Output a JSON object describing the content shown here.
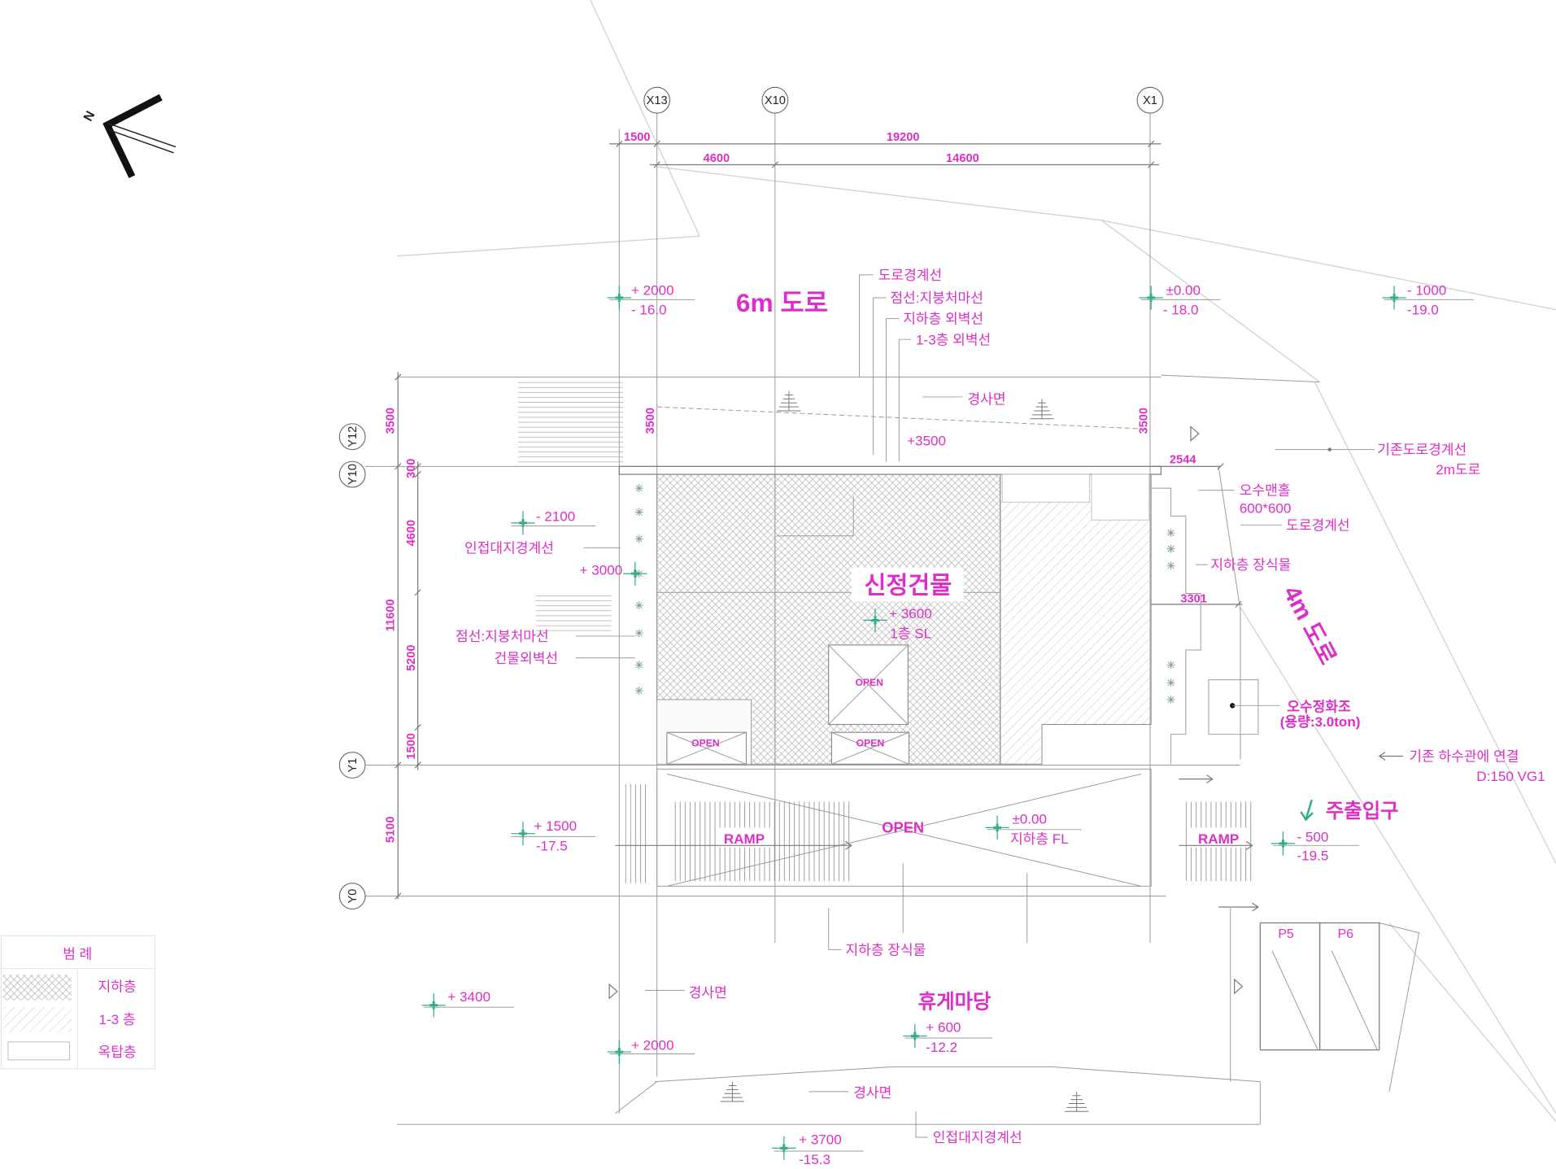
{
  "north_arrow": {
    "label": "N"
  },
  "grid": {
    "x": [
      "X13",
      "X10",
      "X1"
    ],
    "y": [
      "Y12",
      "Y10",
      "Y1",
      "Y0"
    ]
  },
  "dimensions": {
    "top_outer": [
      "1500",
      "19200"
    ],
    "top_inner": [
      "4600",
      "14600"
    ],
    "left_outer": [
      "3500",
      "11600",
      "5100"
    ],
    "left_inner": [
      "300",
      "4600",
      "5200",
      "1500"
    ],
    "setback": [
      "3500",
      "3500"
    ],
    "right": [
      "2544",
      "3301"
    ]
  },
  "titles": {
    "road_6m": "6m 도로",
    "road_4m": "4m 도로",
    "building": "신정건물",
    "plaza": "휴게마당",
    "main_entrance": "주출입구"
  },
  "notes": {
    "road_boundary_top": "도로경계선",
    "eaves_top": "점선:지붕처마선",
    "basement_wall_top": "지하층 외벽선",
    "floor13_wall_top": "1-3층 외벽선",
    "slope_top": "경사면",
    "level_3500": "+3500",
    "existing_road_boundary": "기존도로경계선",
    "road_2m": "2m도로",
    "manhole": "오수맨홀",
    "manhole_size": "600*600",
    "road_boundary_right": "도로경계선",
    "decor_right": "지하층 장식물",
    "adjacent_left": "인접대지경계선",
    "eaves_left": "점선:지붕처마선",
    "wall_left": "건물외벽선",
    "septic": "오수정화조",
    "septic_capacity": "(용량:3.0ton)",
    "sewer": "기존 하수관에 연결",
    "sewer_spec": "D:150 VG1",
    "decor_bottom": "지하층 장식물",
    "slope_bottom_left": "경사면",
    "slope_bottom": "경사면",
    "adjacent_bottom": "인접대지경계선"
  },
  "levels": [
    {
      "upper": "+ 2000",
      "lower": "- 16.0"
    },
    {
      "upper": "±0.00",
      "lower": "- 18.0"
    },
    {
      "upper": "- 1000",
      "lower": "-19.0"
    },
    {
      "upper": "- 2100"
    },
    {
      "upper": "+ 3000"
    },
    {
      "upper": "+ 3600",
      "lower": "1층 SL"
    },
    {
      "upper": "+ 1500",
      "lower": "-17.5"
    },
    {
      "upper": "±0.00",
      "lower": "지하층 FL"
    },
    {
      "upper": "- 500",
      "lower": "-19.5"
    },
    {
      "upper": "+ 3400"
    },
    {
      "upper": "+ 600",
      "lower": "-12.2"
    },
    {
      "upper": "+ 2000"
    },
    {
      "upper": "+ 3700",
      "lower": "-15.3"
    }
  ],
  "openings": [
    "OPEN",
    "OPEN",
    "OPEN",
    "OPEN"
  ],
  "ramps": [
    "RAMP",
    "RAMP"
  ],
  "parking": [
    "P5",
    "P6"
  ],
  "legend": {
    "title": "범 례",
    "items": [
      "지하층",
      "1-3 층",
      "옥탑층"
    ]
  },
  "colors": {
    "annotation": "#dc2fc8",
    "level_mark": "#2fae86",
    "linework": "#9a9a9a",
    "grid_text": "#222222"
  }
}
